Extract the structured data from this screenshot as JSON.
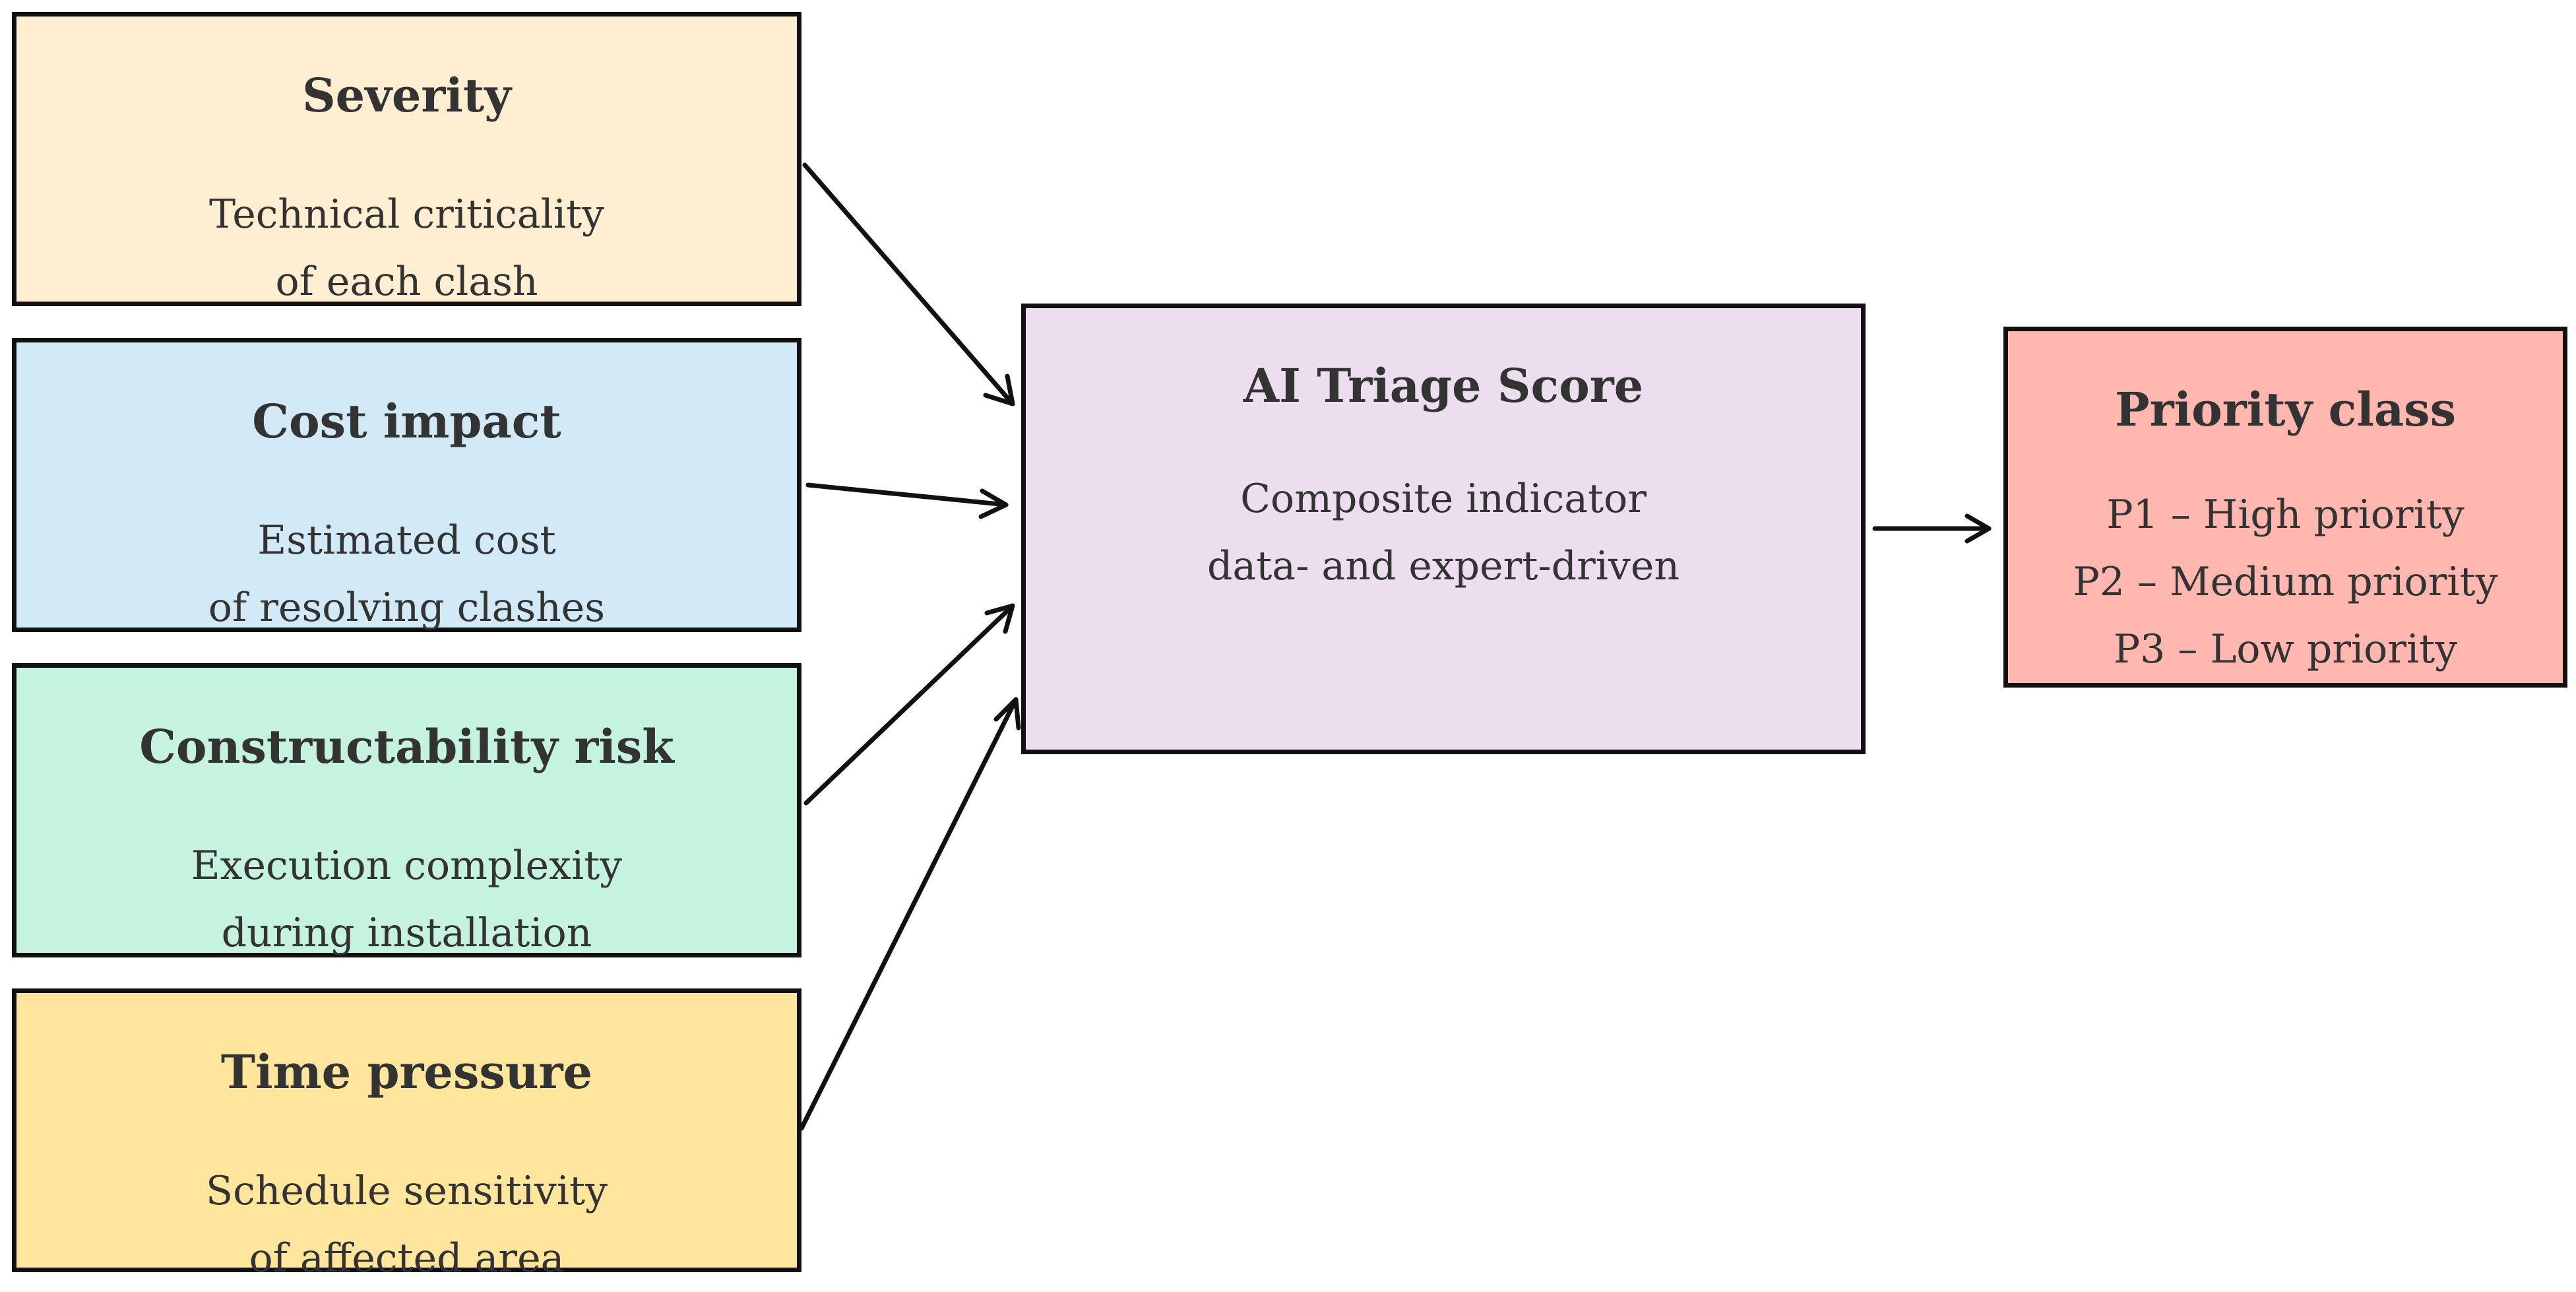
{
  "inputs": [
    {
      "title": "Severity",
      "lines": [
        "Technical criticality",
        "of each clash"
      ],
      "fill": "#ffeed2"
    },
    {
      "title": "Cost impact",
      "lines": [
        "Estimated cost",
        "of resolving clashes"
      ],
      "fill": "#d2eaf8"
    },
    {
      "title": "Constructability risk",
      "lines": [
        "Execution complexity",
        "during installation"
      ],
      "fill": "#c6f3e0"
    },
    {
      "title": "Time pressure",
      "lines": [
        "Schedule sensitivity",
        "of affected area"
      ],
      "fill": "#ffe69c"
    }
  ],
  "center": {
    "title": "AI Triage Score",
    "lines": [
      "Composite indicator",
      "data- and expert-driven"
    ],
    "fill": "#ecdeef"
  },
  "output": {
    "title": "Priority class",
    "lines": [
      "P1 – High priority",
      "P2 – Medium priority",
      "P3 – Low priority"
    ],
    "fill": "#ffb7b0"
  }
}
